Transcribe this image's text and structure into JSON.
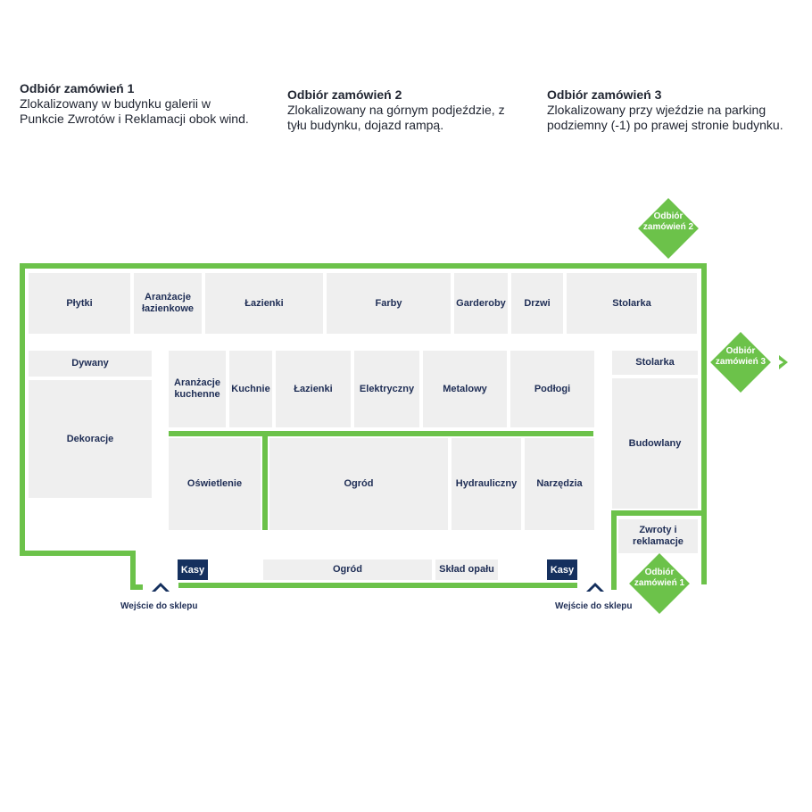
{
  "pickup_points": [
    {
      "title": "Odbiór zamówień 1",
      "description": "Zlokalizowany w budynku galerii w Punkcie Zwrotów i Reklamacji obok wind."
    },
    {
      "title": "Odbiór zamówień 2",
      "description": "Zlokalizowany na górnym podjeździe, z tyłu budynku, dojazd rampą."
    },
    {
      "title": "Odbiór zamówień 3",
      "description": "Zlokalizowany przy wjeździe na parking podziemny (-1) po prawej stronie budynku."
    }
  ],
  "markers": {
    "pickup_1": "Odbiór zamówień 1",
    "pickup_2": "Odbiór zamówień 2",
    "pickup_3": "Odbiór zamówień 3"
  },
  "departments": {
    "plytki": "Płytki",
    "aranzacje_lazienkowe": "Aranżacje łazienkowe",
    "lazienki_top": "Łazienki",
    "farby": "Farby",
    "garderoby": "Garderoby",
    "drzwi": "Drzwi",
    "stolarka_top": "Stolarka",
    "dywany": "Dywany",
    "dekoracje": "Dekoracje",
    "aranzacje_kuchenne": "Aranżacje kuchenne",
    "kuchnie": "Kuchnie",
    "lazienki_mid": "Łazienki",
    "elektryczny": "Elektryczny",
    "metalowy": "Metalowy",
    "podlogi": "Podłogi",
    "stolarka_right": "Stolarka",
    "budowlany": "Budowlany",
    "oswietlenie": "Oświetlenie",
    "ogrod_main": "Ogród",
    "hydrauliczny": "Hydrauliczny",
    "narzedzia": "Narzędzia",
    "zwroty": "Zwroty i reklamacje",
    "ogrod_bottom": "Ogród",
    "sklad_opalu": "Skład opału"
  },
  "checkouts": {
    "left": "Kasy",
    "right": "Kasy"
  },
  "entrances": {
    "left": "Wejście do sklepu",
    "right": "Wejście do sklepu"
  },
  "colors": {
    "wall": "#6cc24a",
    "department": "#efefef",
    "checkout": "#15305e",
    "text": "#1e2d55"
  }
}
